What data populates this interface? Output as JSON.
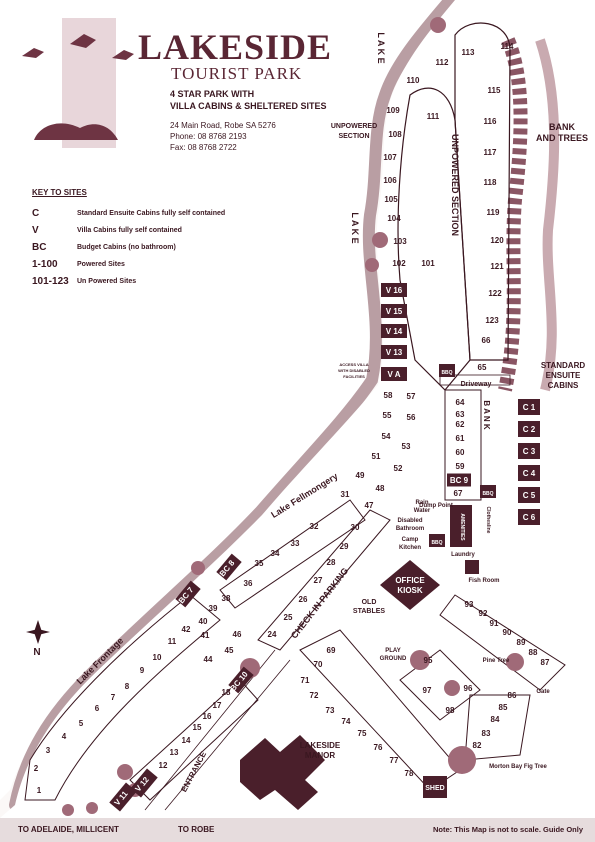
{
  "header": {
    "title": "LAKESIDE",
    "subtitle": "TOURIST PARK",
    "tagline1": "4 STAR PARK WITH",
    "tagline2": "VILLA CABINS & SHELTERED SITES",
    "address": "24 Main Road, Robe SA 5276",
    "phone": "Phone: 08 8768 2193",
    "fax": "Fax:      08 8768 2722"
  },
  "key": {
    "heading": "KEY TO SITES",
    "items": [
      {
        "code": "C",
        "desc": "Standard Ensuite Cabins fully self contained"
      },
      {
        "code": "V",
        "desc": "Villa Cabins fully self contained"
      },
      {
        "code": "BC",
        "desc": "Budget Cabins (no bathroom)"
      },
      {
        "code": "1-100",
        "desc": "Powered Sites"
      },
      {
        "code": "101-123",
        "desc": "Un Powered Sites"
      }
    ]
  },
  "footer": {
    "to_adelaide": "TO ADELAIDE, MILLICENT",
    "to_robe": "TO ROBE",
    "note": "Note: This Map is not to scale. Guide Only"
  },
  "map_labels": {
    "lake1": "L A K E",
    "lake2": "L A K E",
    "unpowered_left": "UNPOWERED",
    "unpowered_left2": "SECTION",
    "unpowered_section": "UNPOWERED SECTION",
    "bank_trees1": "BANK",
    "bank_trees2": "AND TREES",
    "std1": "STANDARD",
    "std2": "ENSUITE",
    "std3": "CABINS",
    "driveway": "Driveway",
    "bank": "B A N K",
    "lake_fellmongery": "Lake Fellmongery",
    "lake_frontage": "Lake Frontage",
    "check_in": "CHECK IN PARKING",
    "entrance": "ENTRANCE",
    "office1": "OFFICE",
    "office2": "KIOSK",
    "old_stables1": "OLD",
    "old_stables2": "STABLES",
    "play1": "PLAY",
    "play2": "GROUND",
    "manor1": "LAKESIDE",
    "manor2": "MANOR",
    "shed": "SHED",
    "pine_tree": "Pine Tree",
    "gate": "Gate",
    "fig_tree": "Morton Bay Fig Tree",
    "rain_water1": "Rain",
    "rain_water2": "Water",
    "dump_point": "Dump Point",
    "disabled1": "Disabled",
    "disabled2": "Bathroom",
    "camp1": "Camp",
    "camp2": "Kitchen",
    "amenities": "AMENITIES",
    "clothesline": "Clothesline",
    "laundry": "Laundry",
    "fish_room": "Fish Room",
    "access1": "ACCESS VILLA",
    "access2": "WITH DISABLED",
    "access3": "FACILITIES",
    "bbq": "BBQ",
    "north": "N"
  },
  "sites": {
    "unpowered": [
      "113",
      "114",
      "112",
      "110",
      "111",
      "109",
      "108",
      "107",
      "106",
      "105",
      "104",
      "103",
      "102",
      "101",
      "115",
      "116",
      "117",
      "118",
      "119",
      "120",
      "121",
      "122",
      "123"
    ],
    "cabins_c": [
      "C 1",
      "C 2",
      "C 3",
      "C 4",
      "C 5",
      "C 6"
    ],
    "villas": [
      "V 16",
      "V 15",
      "V 14",
      "V 13",
      "V A",
      "V 12",
      "V 11"
    ],
    "budget": [
      "BC 9",
      "BC 8",
      "BC 7",
      "BC 10"
    ],
    "powered_labels": [
      "1",
      "2",
      "3",
      "4",
      "5",
      "6",
      "7",
      "8",
      "9",
      "10",
      "11",
      "12",
      "13",
      "14",
      "15",
      "16",
      "17",
      "18",
      "24",
      "25",
      "26",
      "27",
      "28",
      "29",
      "30",
      "31",
      "32",
      "33",
      "34",
      "35",
      "36",
      "38",
      "39",
      "40",
      "41",
      "42",
      "44",
      "45",
      "46",
      "47",
      "48",
      "49",
      "51",
      "52",
      "53",
      "54",
      "55",
      "56",
      "57",
      "58",
      "59",
      "60",
      "61",
      "62",
      "63",
      "64",
      "65",
      "66",
      "67",
      "69",
      "70",
      "71",
      "72",
      "73",
      "74",
      "75",
      "76",
      "77",
      "78",
      "82",
      "83",
      "84",
      "85",
      "86",
      "87",
      "88",
      "89",
      "90",
      "91",
      "92",
      "93",
      "95",
      "96",
      "97",
      "98"
    ]
  },
  "colors": {
    "ink": "#3a1720",
    "maroon": "#5a2634",
    "water": "#c9b6b9",
    "paper": "#fbf8f7"
  }
}
